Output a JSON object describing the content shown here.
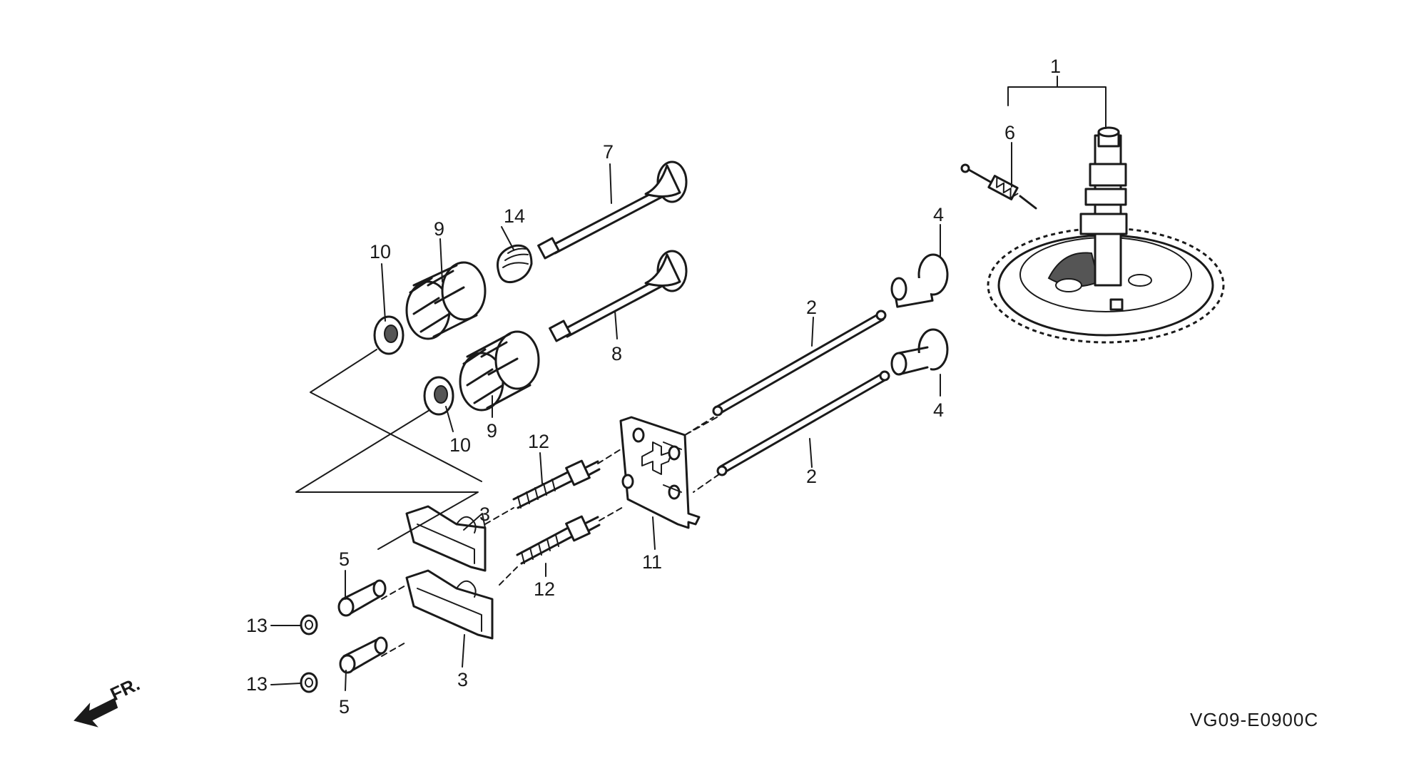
{
  "diagram": {
    "code": "VG09-E0900C",
    "direction_label": "FR.",
    "callouts": [
      "1",
      "2",
      "2",
      "3",
      "3",
      "4",
      "4",
      "5",
      "5",
      "6",
      "7",
      "8",
      "9",
      "9",
      "10",
      "10",
      "11",
      "12",
      "12",
      "13",
      "13",
      "14"
    ]
  }
}
